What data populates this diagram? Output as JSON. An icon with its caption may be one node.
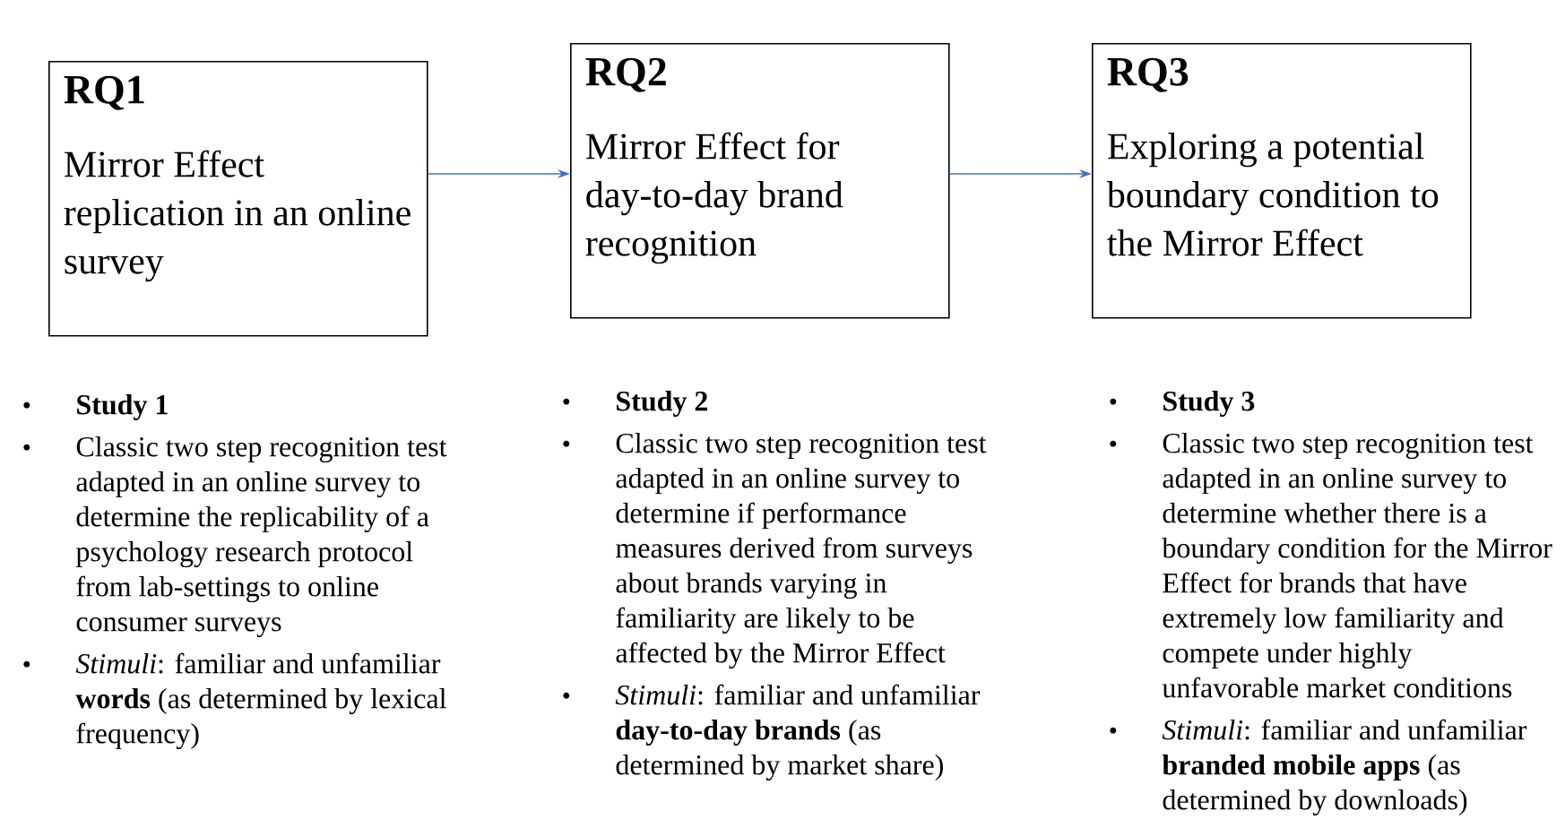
{
  "diagram": {
    "nodes": [
      {
        "text": [
          "RQ1",
          "Mirror Effect replication in an online survey"
        ]
      },
      {
        "text": [
          "RQ2",
          "Mirror Effect for day-to-day brand recognition"
        ]
      },
      {
        "text": [
          "RQ3",
          "Exploring a potential boundary condition to the Mirror Effect"
        ]
      }
    ],
    "edges": [
      {
        "from": 0,
        "to": 1,
        "arrow": "to"
      },
      {
        "from": 1,
        "to": 2,
        "arrow": "to"
      }
    ],
    "labels": [
      "Study 1",
      "Classic two step recognition test adapted in an online survey to determine the replicability of a psychology research protocol from lab-settings to online consumer surveys",
      "*Stimuli*: familiar and unfamiliar **words** (as determined by lexical frequency)",
      "Study 2",
      "Classic two step recognition test adapted in an online survey to determine if performance measures derived from surveys about brands varying in familiarity are likely to be affected by the Mirror Effect",
      "*Stimuli*: familiar and unfamiliar **day-to-day brands** (as determined by market share)",
      "Study 3",
      "Classic two step recognition test adapted in an online survey to determine whether there is a boundary condition for the Mirror Effect for brands that have extremely low familiarity and compete under highly unfavorable market conditions",
      "*Stimuli*: familiar and unfamiliar **branded mobile apps** (as determined by downloads)"
    ]
  }
}
